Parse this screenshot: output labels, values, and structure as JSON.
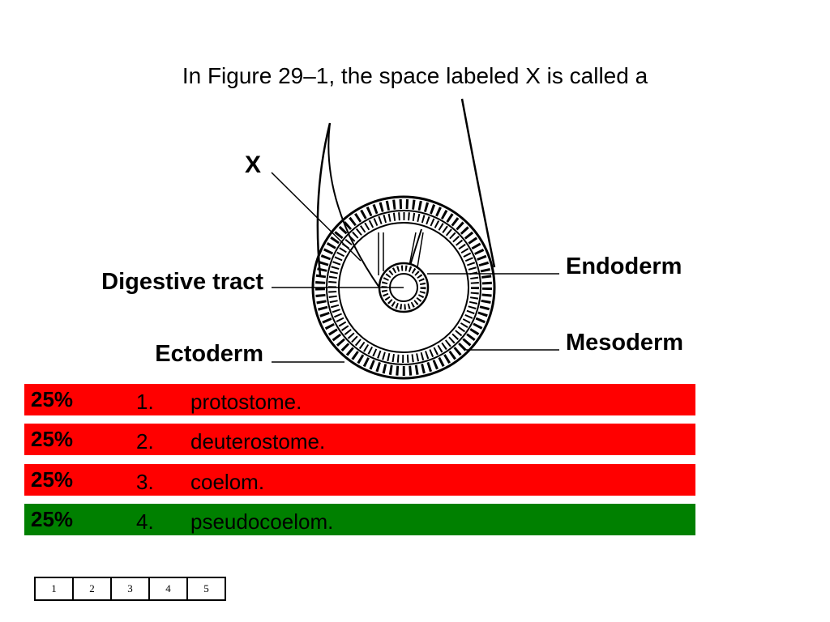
{
  "question": "In Figure 29–1, the space labeled X is called a",
  "figure": {
    "labels": {
      "x": "X",
      "digestive": "Digestive tract",
      "ectoderm": "Ectoderm",
      "endoderm": "Endoderm",
      "mesoderm": "Mesoderm"
    }
  },
  "answers": [
    {
      "percent": "25%",
      "number": "1.",
      "text": "protostome.",
      "color": "#ff0000"
    },
    {
      "percent": "25%",
      "number": "2.",
      "text": "deuterostome.",
      "color": "#ff0000"
    },
    {
      "percent": "25%",
      "number": "3.",
      "text": "coelom.",
      "color": "#ff0000"
    },
    {
      "percent": "25%",
      "number": "4.",
      "text": "pseudocoelom.",
      "color": "#008000"
    }
  ],
  "pager": [
    "1",
    "2",
    "3",
    "4",
    "5"
  ]
}
